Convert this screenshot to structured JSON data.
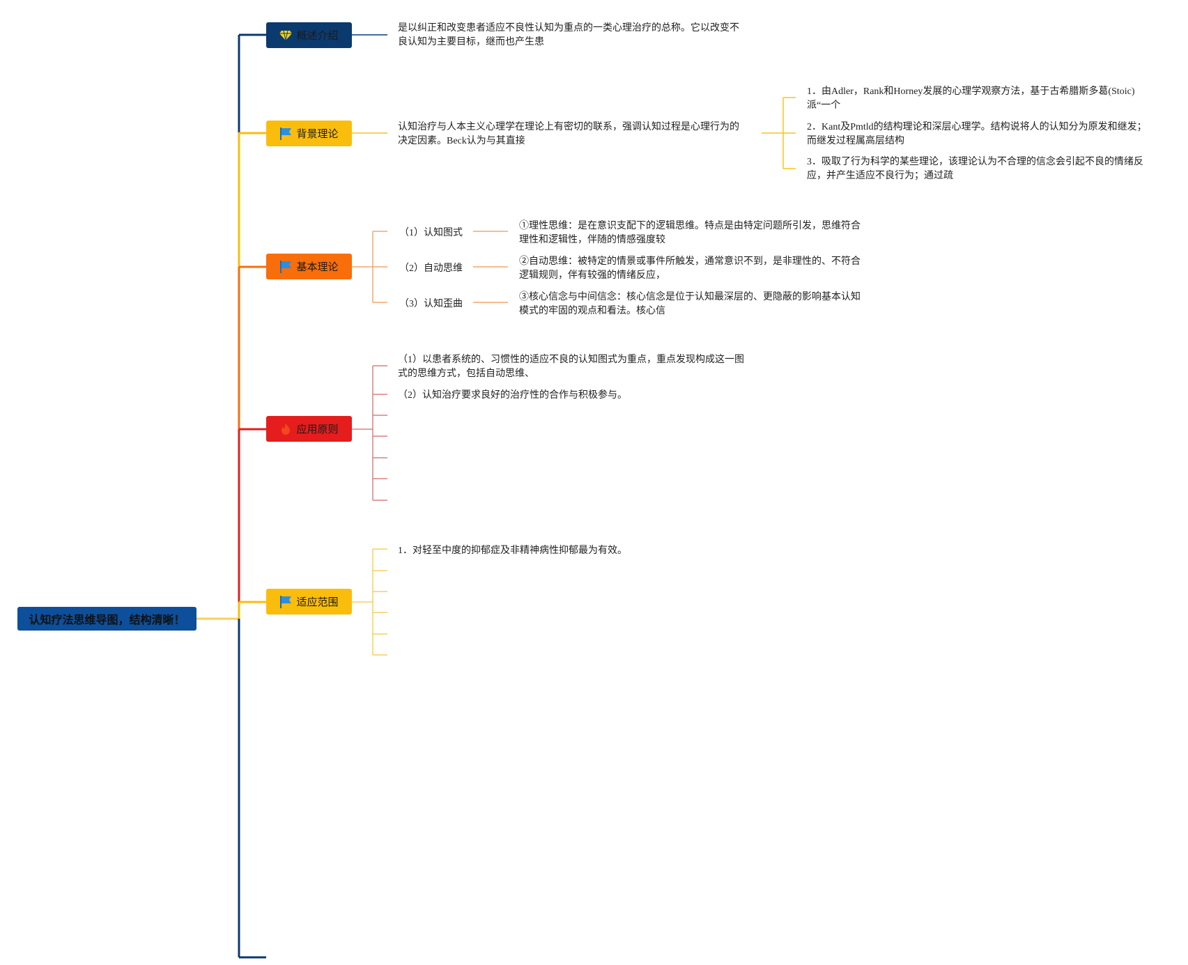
{
  "root": {
    "label": "认知疗法思维导图，结构清晰！",
    "color": "#0d4f9a"
  },
  "branches": [
    {
      "id": "overview",
      "label": "概述介绍",
      "icon": "diamond-icon",
      "color": "#0b3a6e",
      "line": "#0b3a6e",
      "items": [
        "是以纠正和改变患者适应不良性认知为重点的一类心理治疗的总称。它以改变不良认知为主要目标，继而也产生患"
      ]
    },
    {
      "id": "background",
      "label": "背景理论",
      "icon": "flag-icon",
      "color": "#fbbd0c",
      "line": "#f5c518",
      "items": [
        "认知治疗与人本主义心理学在理论上有密切的联系，强调认知过程是心理行为的决定因素。Beck认为与其直接"
      ],
      "subitems": [
        "1．由Adler，Rank和Horney发展的心理学观察方法，基于古希腊斯多葛(Stoic)派“一个",
        "2．Kant及Pmtld的结构理论和深层心理学。结构说将人的认知分为原发和继发；而继发过程属高层结构",
        "3．吸取了行为科学的某些理论，该理论认为不合理的信念会引起不良的情绪反应，并产生适应不良行为；通过疏"
      ]
    },
    {
      "id": "basic",
      "label": "基本理论",
      "icon": "flag-icon",
      "color": "#f86e0b",
      "line": "#f4a66b",
      "items": [
        "（1）认知图式",
        "（2）自动思维",
        "（3）认知歪曲"
      ],
      "details": [
        "①理性思维：是在意识支配下的逻辑思维。特点是由特定问题所引发，思维符合理性和逻辑性，伴随的情感强度较",
        "②自动思维：被特定的情景或事件所触发，通常意识不到，是非理性的、不符合逻辑规则，伴有较强的情绪反应，",
        "③核心信念与中间信念：核心信念是位于认知最深层的、更隐蔽的影响基本认知模式的牢固的观点和看法。核心信"
      ]
    },
    {
      "id": "principles",
      "label": "应用原则",
      "icon": "flame-icon",
      "color": "#e51d1d",
      "line": "#d98080",
      "items": [
        "（1）以患者系统的、习惯性的适应不良的认知图式为重点，重点发现构成这一图式的思维方式，包括自动思维、",
        "（2）认知治疗要求良好的治疗性的合作与积极参与。",
        "",
        "",
        "",
        "",
        ""
      ]
    },
    {
      "id": "scope",
      "label": "适应范围",
      "icon": "flag-icon",
      "color": "#fbbd0c",
      "line": "#f5cf5e",
      "items": [
        "1．对轻至中度的抑郁症及非精神病性抑郁最为有效。",
        "",
        "",
        "",
        "",
        ""
      ]
    }
  ]
}
